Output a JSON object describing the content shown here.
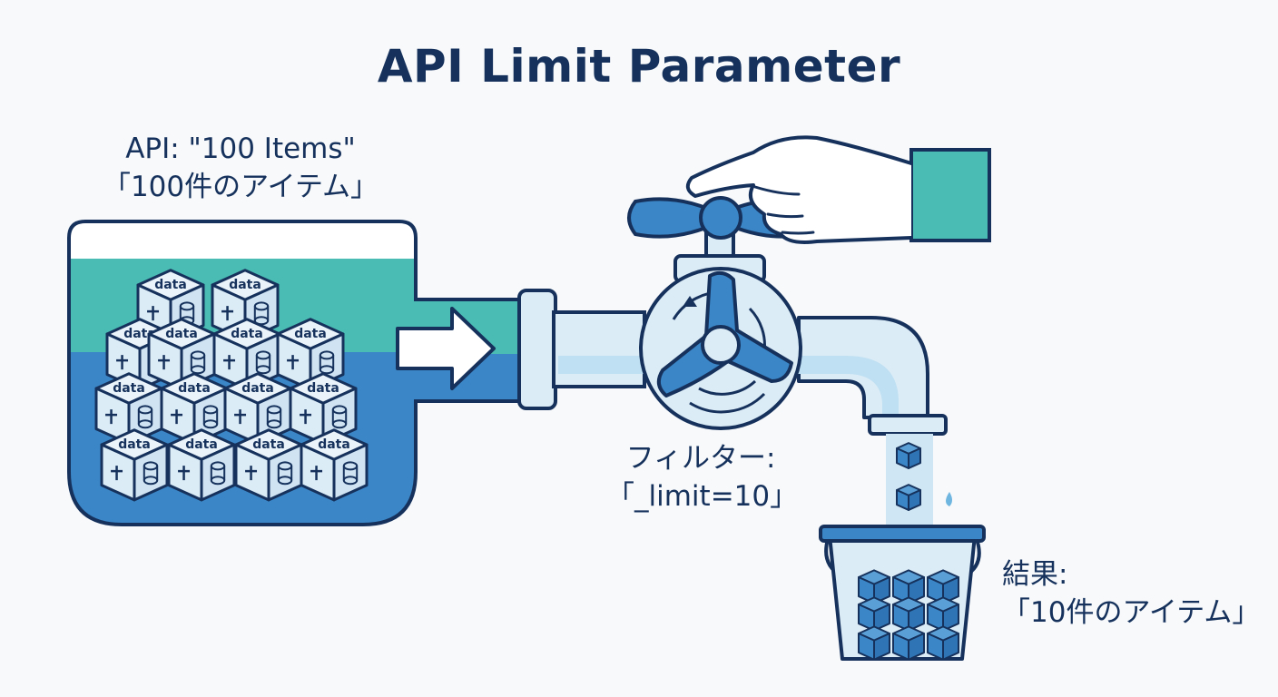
{
  "title": "API Limit Parameter",
  "source": {
    "line1": "API: \"100 Items\"",
    "line2": "「100件のアイテム」",
    "cube_label": "data"
  },
  "filter": {
    "line1": "フィルター:",
    "line2": "「_limit=10」"
  },
  "result": {
    "line1": "結果:",
    "line2": "「10件のアイテム」"
  },
  "colors": {
    "navy": "#16325c",
    "teal": "#4bbcb3",
    "blue": "#3b86c7",
    "pale": "#dcecf7",
    "water": "#bfe0f2"
  }
}
